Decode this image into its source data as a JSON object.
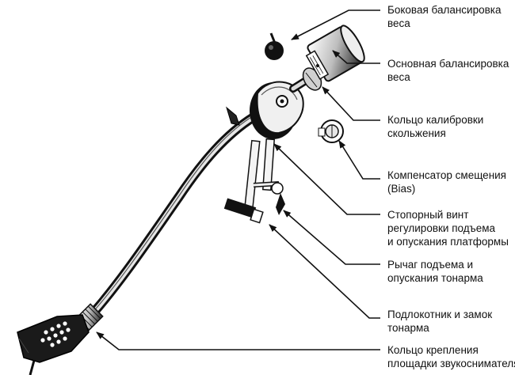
{
  "labels": {
    "side_balance": [
      "Боковая балансировка",
      "веса"
    ],
    "main_balance": [
      "Основная балансировка",
      "веса"
    ],
    "ring_cal": [
      "Кольцо калибровки",
      "скольжения"
    ],
    "bias": [
      "Компенсатор смещения",
      "(Bias)"
    ],
    "stop_screw": [
      "Стопорный винт",
      "регулировки подъема",
      "и опускания платформы"
    ],
    "lift_lever": [
      "Рычаг подъема и",
      "опускания тонарма"
    ],
    "armrest": [
      "Подлокотник и замок",
      "тонарма"
    ],
    "head_ring": [
      "Кольцо крепления",
      "площадки звукоснимателя"
    ]
  },
  "colors": {
    "ink": "#111111",
    "paper": "#ffffff",
    "metal_light": "#d8d8d8",
    "metal_dark": "#3a3a3a"
  }
}
